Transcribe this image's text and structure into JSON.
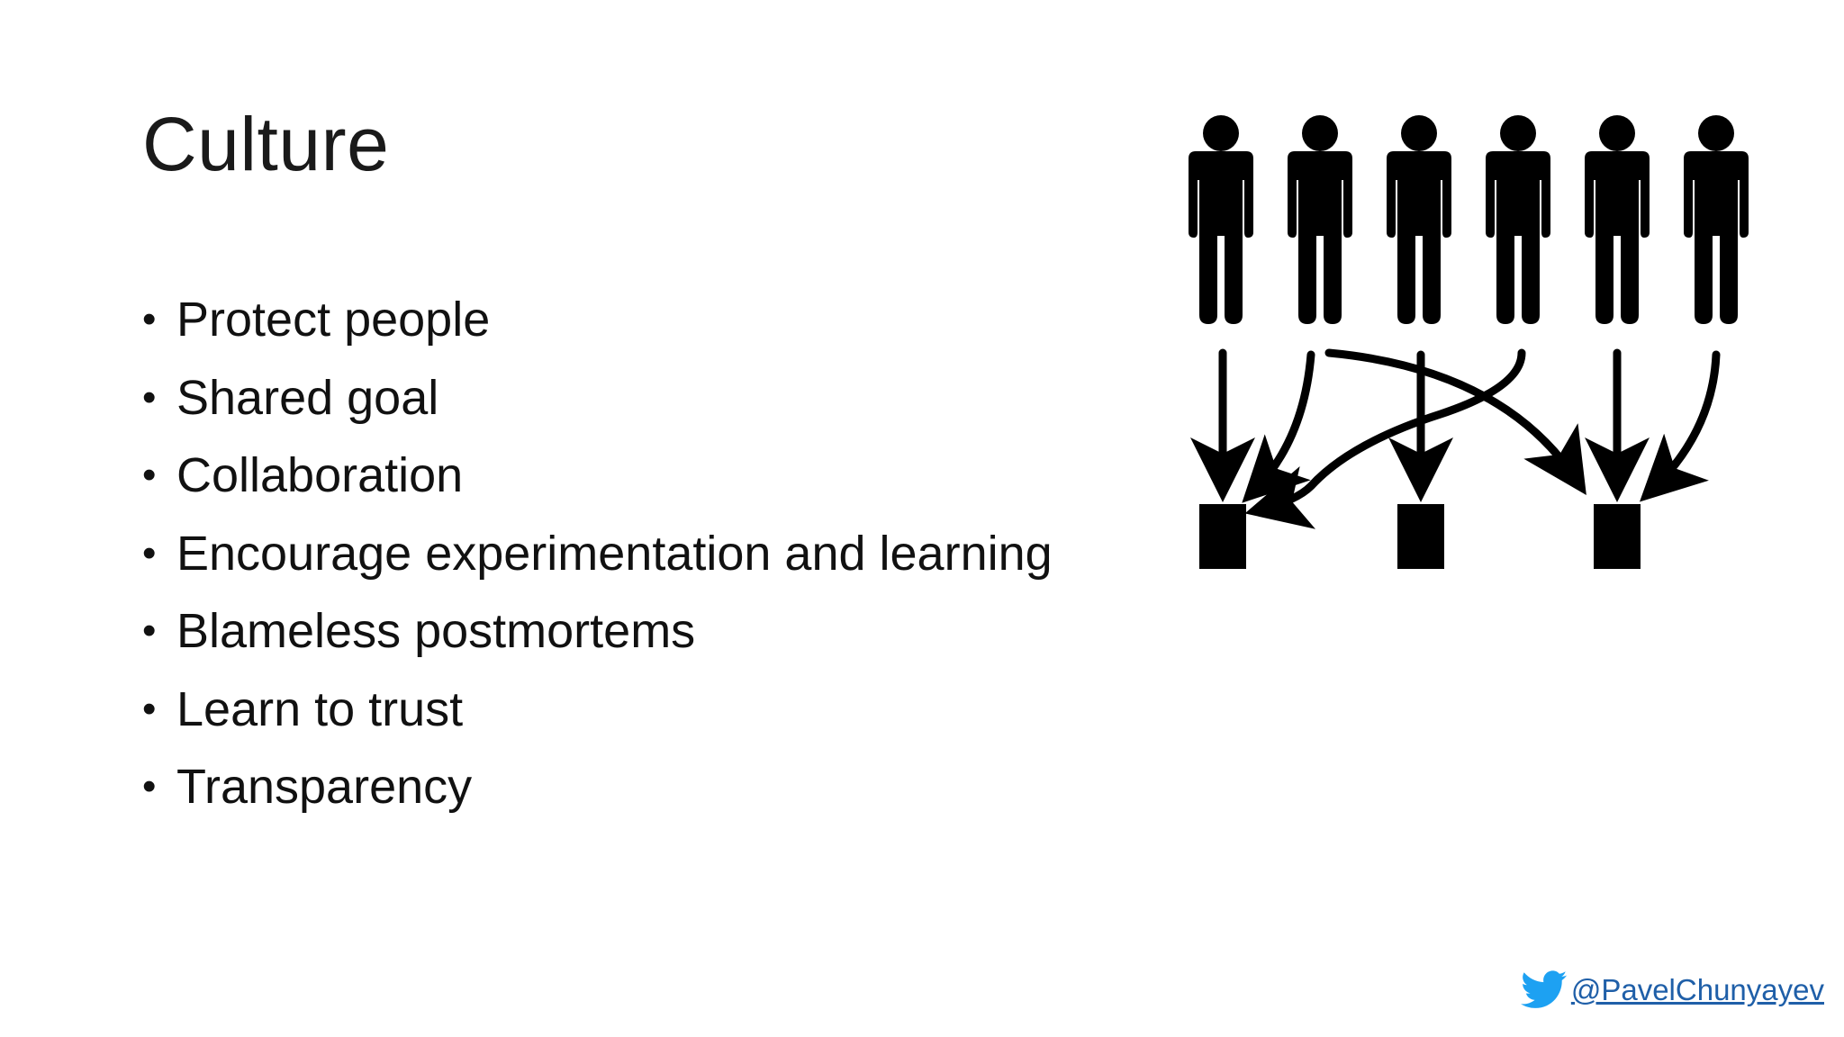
{
  "slide": {
    "title": "Culture",
    "bullet_glyph": "•",
    "bullets": [
      "Protect people",
      "Shared goal",
      "Collaboration",
      "Encourage experimentation and learning",
      "Blameless postmortems",
      "Learn to trust",
      "Transparency"
    ]
  },
  "footer": {
    "twitter_icon": "twitter-bird-icon",
    "twitter_handle": "@PavelChunyayev",
    "twitter_color": "#1da1f2",
    "link_color": "#1f5fa8"
  },
  "figure": {
    "people_count": 6,
    "box_count": 3,
    "icon": "people-to-boxes-diagram"
  }
}
